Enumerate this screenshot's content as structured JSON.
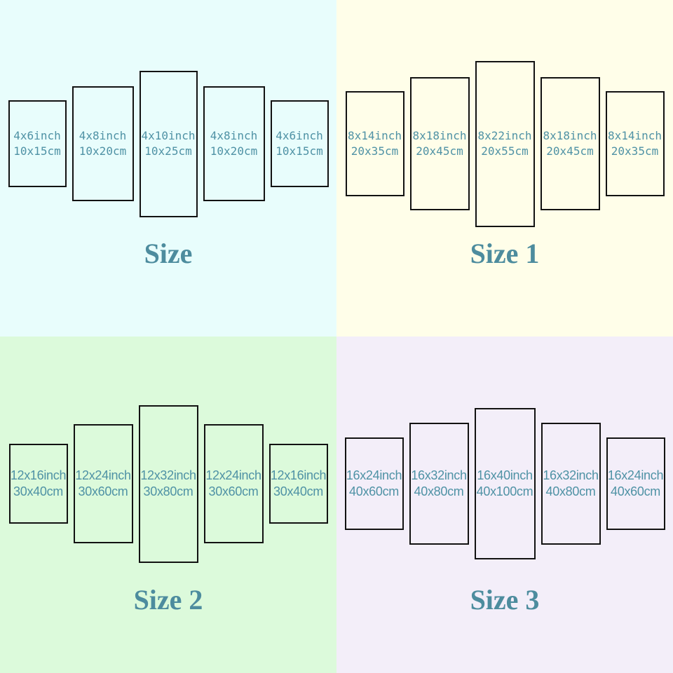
{
  "colors": {
    "label_text": "#4f92a5",
    "title_text": "#4d8c9e",
    "panel_border": "#121212",
    "bg_size": "#e8fdfc",
    "bg_size_1": "#fffee9",
    "bg_size_2": "#dcfadb",
    "bg_size_3": "#f3eef9"
  },
  "quadrants": [
    {
      "title": "Size",
      "bg": "#e8fdfc",
      "panels": [
        {
          "inch": "4x6inch",
          "cm": "10x15cm"
        },
        {
          "inch": "4x8inch",
          "cm": "10x20cm"
        },
        {
          "inch": "4x10inch",
          "cm": "10x25cm"
        },
        {
          "inch": "4x8inch",
          "cm": "10x20cm"
        },
        {
          "inch": "4x6inch",
          "cm": "10x15cm"
        }
      ]
    },
    {
      "title": "Size 1",
      "bg": "#fffee9",
      "panels": [
        {
          "inch": "8x14inch",
          "cm": "20x35cm"
        },
        {
          "inch": "8x18inch",
          "cm": "20x45cm"
        },
        {
          "inch": "8x22inch",
          "cm": "20x55cm"
        },
        {
          "inch": "8x18inch",
          "cm": "20x45cm"
        },
        {
          "inch": "8x14inch",
          "cm": "20x35cm"
        }
      ]
    },
    {
      "title": "Size 2",
      "bg": "#dcfadb",
      "panels": [
        {
          "inch": "12x16inch",
          "cm": "30x40cm"
        },
        {
          "inch": "12x24inch",
          "cm": "30x60cm"
        },
        {
          "inch": "12x32inch",
          "cm": "30x80cm"
        },
        {
          "inch": "12x24inch",
          "cm": "30x60cm"
        },
        {
          "inch": "12x16inch",
          "cm": "30x40cm"
        }
      ]
    },
    {
      "title": "Size 3",
      "bg": "#f3eef9",
      "panels": [
        {
          "inch": "16x24inch",
          "cm": "40x60cm"
        },
        {
          "inch": "16x32inch",
          "cm": "40x80cm"
        },
        {
          "inch": "16x40inch",
          "cm": "40x100cm"
        },
        {
          "inch": "16x32inch",
          "cm": "40x80cm"
        },
        {
          "inch": "16x24inch",
          "cm": "40x60cm"
        }
      ]
    }
  ]
}
